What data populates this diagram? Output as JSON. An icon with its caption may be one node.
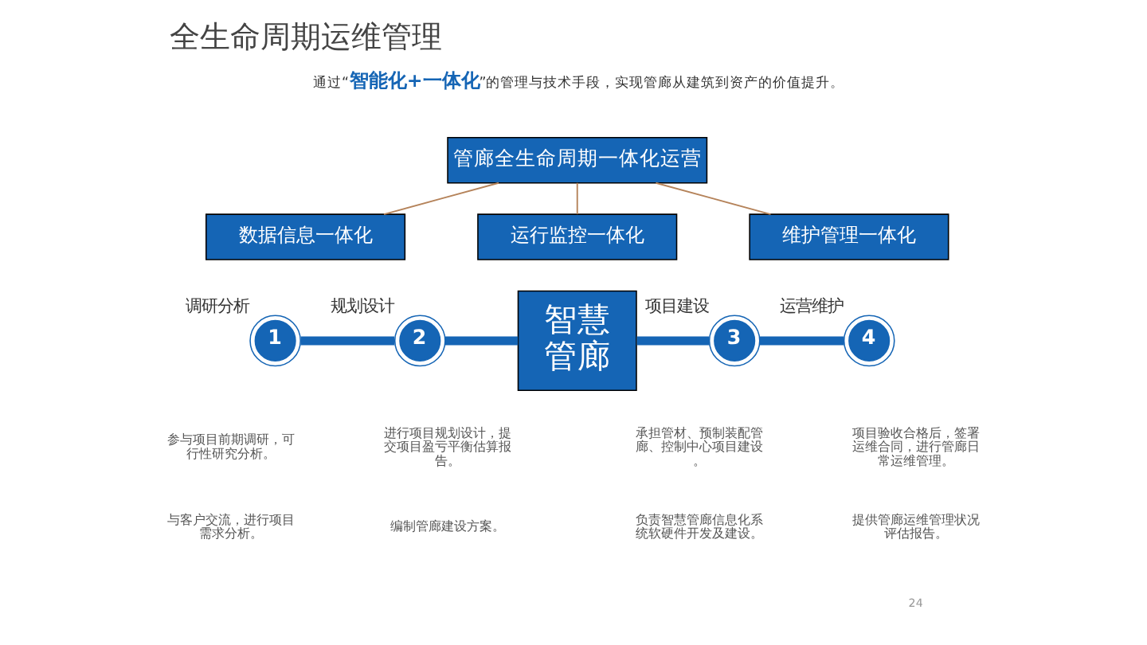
{
  "diagram": {
    "title": "全生命周期运维管理",
    "nodes": [
      {
        "text": [
          "管廊全生命周期一体化运营"
        ]
      },
      {
        "text": [
          "数据信息一体化"
        ]
      },
      {
        "text": [
          "运行监控一体化"
        ]
      },
      {
        "text": [
          "维护管理一体化"
        ]
      },
      {
        "text": [
          "1"
        ],
        "beside": [
          "调研分析"
        ]
      },
      {
        "text": [
          "2"
        ],
        "beside": [
          "规划设计"
        ]
      },
      {
        "text": [
          "智慧管廊"
        ]
      },
      {
        "text": [
          "3"
        ],
        "beside": [
          "项目建设"
        ]
      },
      {
        "text": [
          "4"
        ],
        "beside": [
          "运营维护"
        ]
      }
    ],
    "edges": [
      {
        "from": 0,
        "to": 1,
        "arrow": "none",
        "color": "#b5835a"
      },
      {
        "from": 0,
        "to": 2,
        "arrow": "none",
        "color": "#b5835a"
      },
      {
        "from": 0,
        "to": 3,
        "arrow": "none",
        "color": "#b5835a"
      },
      {
        "from": 4,
        "to": 5,
        "arrow": "none"
      },
      {
        "from": 5,
        "to": 6,
        "arrow": "none"
      },
      {
        "from": 6,
        "to": 7,
        "arrow": "none"
      },
      {
        "from": 7,
        "to": 8,
        "arrow": "none"
      }
    ],
    "labels": [
      "通过“**智能化+一体化**”的管理与技术手段，实现管廊从建筑到资产的价值提升。",
      "参与项目前期调研，可行性研究分析。",
      "与客户交流，进行项目需求分析。",
      "进行项目规划设计，提交项目盈亏平衡估算报告。",
      "编制管廊建设方案。",
      "承担管材、预制装配管廊、控制中心项目建设。",
      "负责智慧管廊信息化系统软硬件开发及建设。",
      "项目验收合格后，签署运维合同，进行管廊日常运维管理。",
      "提供管廊运维管理状况评估报告。",
      "24"
    ]
  }
}
